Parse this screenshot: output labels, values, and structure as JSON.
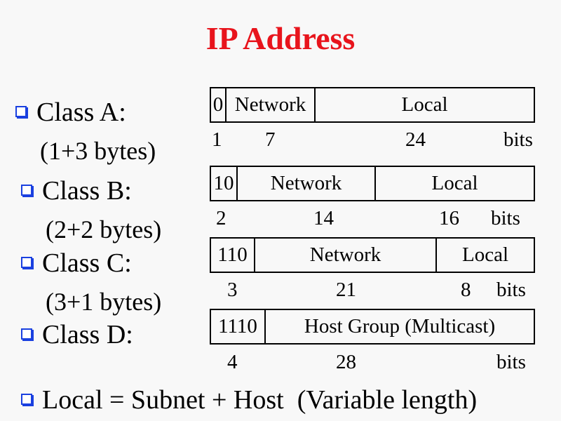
{
  "title": "IP Address",
  "classes": [
    {
      "label": "Class A:",
      "bytes": "(1+3 bytes)",
      "fields": [
        "0",
        "Network",
        "Local"
      ],
      "bits": [
        "1",
        "7",
        "24",
        "bits"
      ]
    },
    {
      "label": "Class B:",
      "bytes": "(2+2 bytes)",
      "fields": [
        "10",
        "Network",
        "Local"
      ],
      "bits": [
        "2",
        "14",
        "16",
        "bits"
      ]
    },
    {
      "label": "Class C:",
      "bytes": "(3+1 bytes)",
      "fields": [
        "110",
        "Network",
        "Local"
      ],
      "bits": [
        "3",
        "21",
        "8",
        "bits"
      ]
    },
    {
      "label": "Class D:",
      "fields": [
        "1110",
        "Host Group (Multicast)"
      ],
      "bits": [
        "4",
        "28",
        "bits"
      ]
    }
  ],
  "footer": "Local = Subnet + Host  (Variable length)"
}
